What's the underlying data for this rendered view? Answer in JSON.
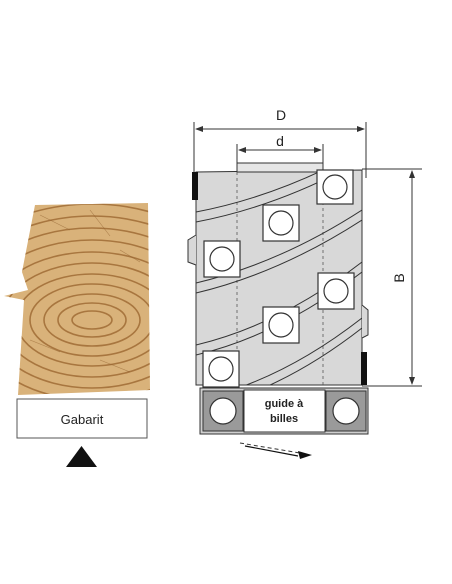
{
  "labels": {
    "diameter": "D",
    "bore": "d",
    "height": "B",
    "template": "Gabarit",
    "bearing_line1": "guide à",
    "bearing_line2": "billes"
  },
  "colors": {
    "wood_base": "#d9b27a",
    "wood_ring": "#a8763f",
    "body": "#d8d8d8",
    "insert_fill": "#ffffff",
    "outline": "#333333",
    "arrow": "#111111"
  }
}
